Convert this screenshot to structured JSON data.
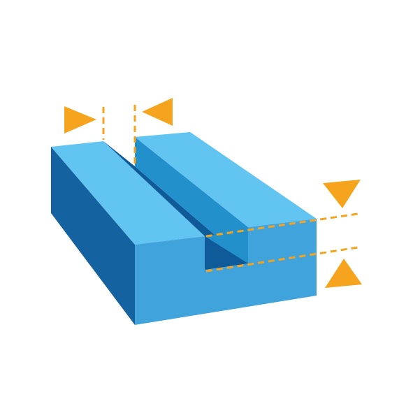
{
  "illustration": {
    "subject": "groove-depth-width-diagram",
    "colors": {
      "top_face": "#62c4f1",
      "front_face": "#41a3dc",
      "side_face": "#1562a0",
      "slot_wall": "#2291cb",
      "slot_floor_shadow": "#0f5b99",
      "indicator": "#f6a31e",
      "background": "#ffffff"
    },
    "indicators": [
      {
        "name": "width-left-arrow",
        "direction": "right"
      },
      {
        "name": "width-right-arrow",
        "direction": "left"
      },
      {
        "name": "depth-top-arrow",
        "direction": "down"
      },
      {
        "name": "depth-bottom-arrow",
        "direction": "up"
      }
    ],
    "dimension_lines": [
      "groove-width",
      "groove-depth"
    ]
  }
}
